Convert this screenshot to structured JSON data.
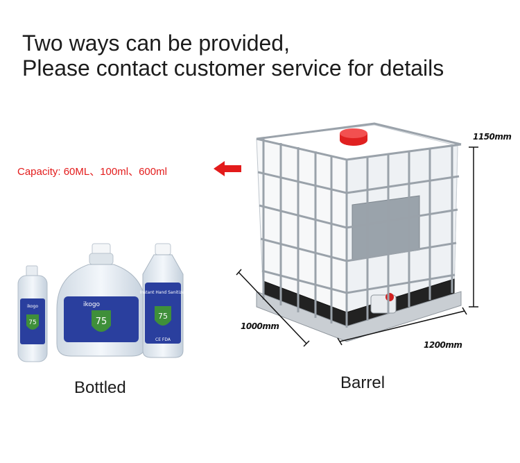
{
  "headline": {
    "line1": "Two ways can be provided,",
    "line2": "Please contact customer service for details"
  },
  "capacity_text": "Capacity: 60ML、100ml、600ml",
  "captions": {
    "bottled": "Bottled",
    "barrel": "Barrel"
  },
  "dimensions": {
    "height": "1150mm",
    "depth": "1000mm",
    "width": "1200mm"
  },
  "bottle_labels": {
    "brand": "ikogo",
    "number": "75",
    "product": "Instant Hand Sanitizer",
    "mark": "CE FDA"
  },
  "colors": {
    "accent_red": "#e31b1b",
    "label_blue": "#2a3f9e",
    "shield_green": "#3f8f3a",
    "cap_red": "#e02020"
  },
  "icons": {
    "arrow": "left-arrow-icon"
  }
}
